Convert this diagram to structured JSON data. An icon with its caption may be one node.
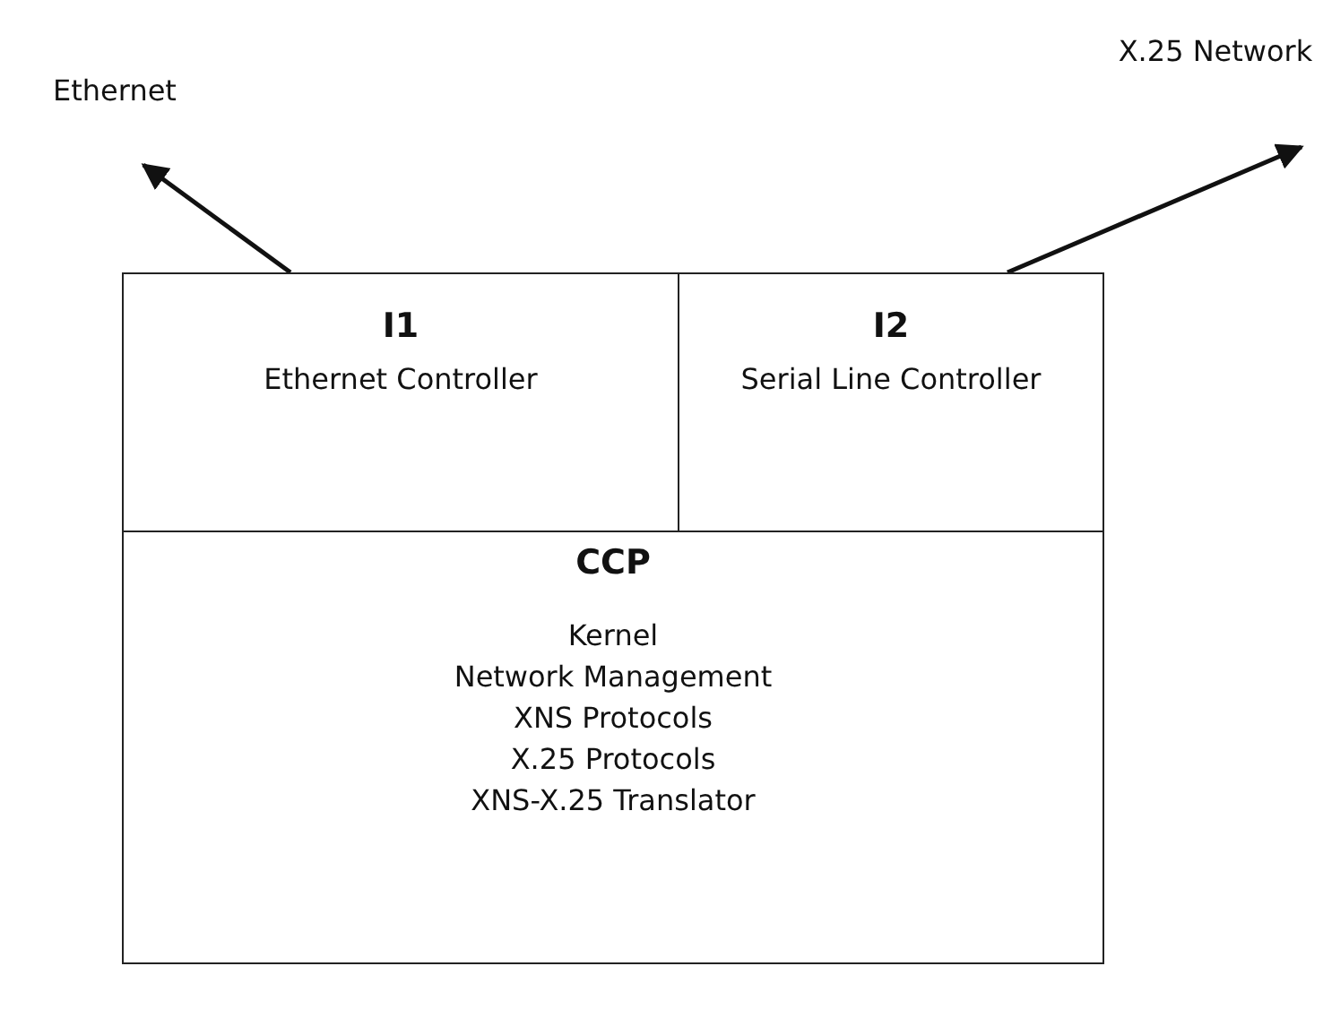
{
  "diagram": {
    "nodes": [
      {
        "text": [
          "Ethernet"
        ]
      },
      {
        "text": [
          "X.25 Network"
        ]
      },
      {
        "text": [
          "I1",
          "Ethernet Controller"
        ]
      },
      {
        "text": [
          "I2",
          "Serial Line Controller"
        ]
      },
      {
        "text": [
          "CCP",
          "Kernel",
          "Network Management",
          "XNS Protocols",
          "X.25 Protocols",
          "XNS-X.25 Translator"
        ]
      }
    ],
    "edges": [
      {
        "from": 2,
        "to": 0,
        "arrow": "to"
      },
      {
        "from": 3,
        "to": 1,
        "arrow": "to"
      }
    ]
  }
}
